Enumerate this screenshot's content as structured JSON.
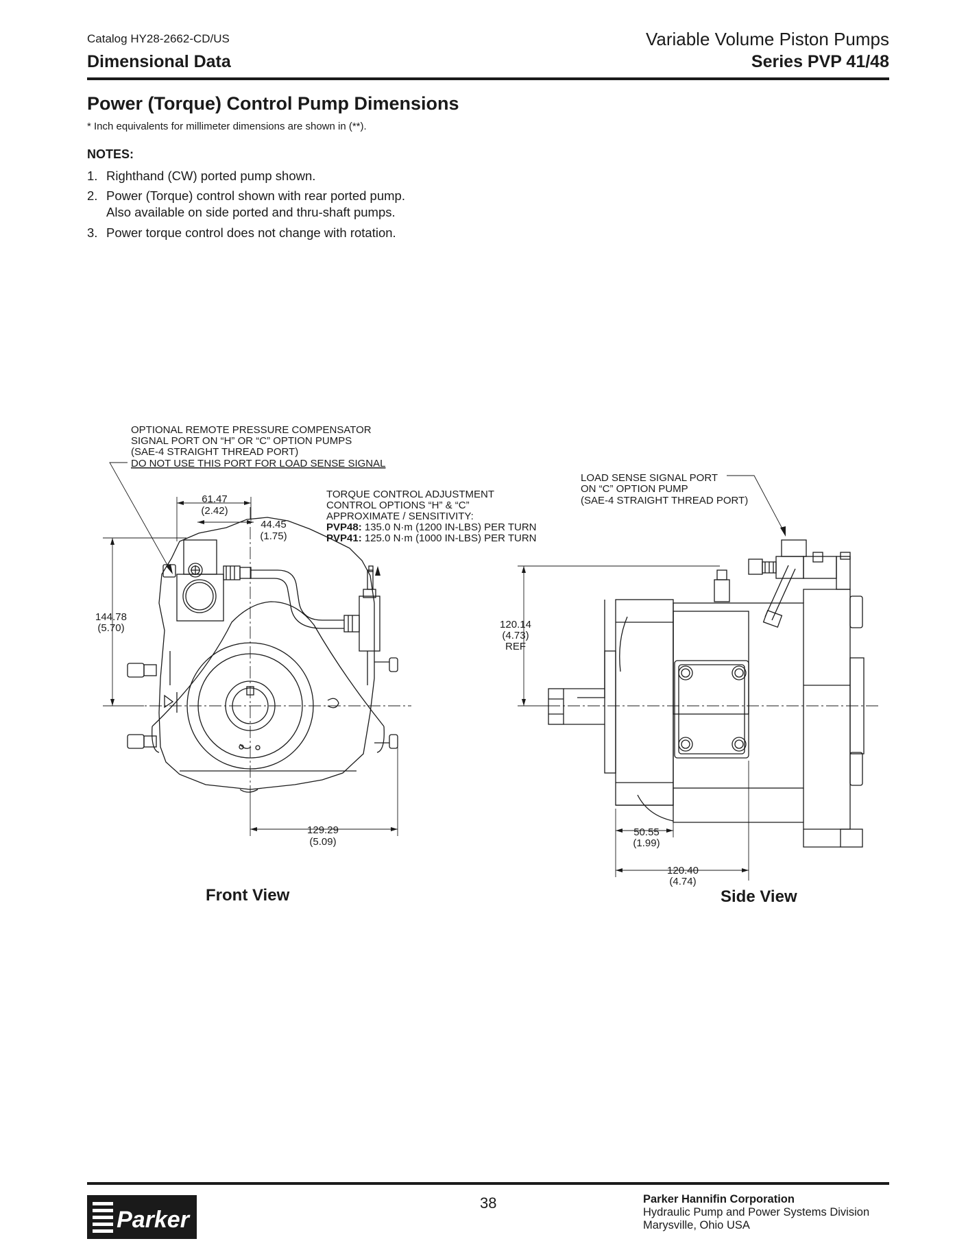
{
  "header": {
    "catalog": "Catalog HY28-2662-CD/US",
    "section": "Dimensional Data",
    "product": "Variable Volume Piston Pumps",
    "series": "Series PVP 41/48"
  },
  "title": "Power (Torque) Control Pump Dimensions",
  "inch_note": "* Inch equivalents for millimeter dimensions are shown in (**).",
  "notes": {
    "heading": "NOTES:",
    "items": [
      {
        "num": "1.",
        "line1": "Righthand (CW) ported pump shown.",
        "line2": ""
      },
      {
        "num": "2.",
        "line1": "Power (Torque) control shown with rear ported pump.",
        "line2": "Also available on side ported and thru-shaft pumps."
      },
      {
        "num": "3.",
        "line1": "Power torque control does not change with rotation.",
        "line2": ""
      }
    ]
  },
  "drawing": {
    "front_callout": [
      "OPTIONAL REMOTE PRESSURE COMPENSATOR",
      "SIGNAL PORT ON “H” OR “C” OPTION PUMPS",
      "(SAE-4 STRAIGHT THREAD PORT)",
      "DO NOT USE THIS PORT FOR LOAD SENSE SIGNAL"
    ],
    "torque_callout": [
      "TORQUE CONTROL ADJUSTMENT",
      "CONTROL OPTIONS “H” & “C”",
      "APPROXIMATE / SENSITIVITY:"
    ],
    "pvp48_label": "PVP48:",
    "pvp48_value": " 135.0 N·m (1200 IN-LBS) PER TURN",
    "pvp41_label": "PVP41:",
    "pvp41_value": " 125.0 N·m (1000 IN-LBS) PER TURN",
    "side_callout": [
      "LOAD SENSE SIGNAL PORT",
      "ON “C” OPTION PUMP",
      "(SAE-4 STRAIGHT THREAD PORT)"
    ],
    "dims": {
      "d1_mm": "61.47",
      "d1_in": "(2.42)",
      "d2_mm": "44.45",
      "d2_in": "(1.75)",
      "d3_mm": "144.78",
      "d3_in": "(5.70)",
      "d4_mm": "129.29",
      "d4_in": "(5.09)",
      "d5_mm": "120.14",
      "d5_in": "(4.73)",
      "d5_ref": "REF",
      "d6_mm": "50.55",
      "d6_in": "(1.99)",
      "d7_mm": "120.40",
      "d7_in": "(4.74)"
    },
    "front_view_label": "Front View",
    "side_view_label": "Side View"
  },
  "footer": {
    "page_number": "38",
    "company": "Parker Hannifin Corporation",
    "division": "Hydraulic Pump and Power Systems Division",
    "city": "Marysville, Ohio USA",
    "logo_text": "Parker"
  }
}
